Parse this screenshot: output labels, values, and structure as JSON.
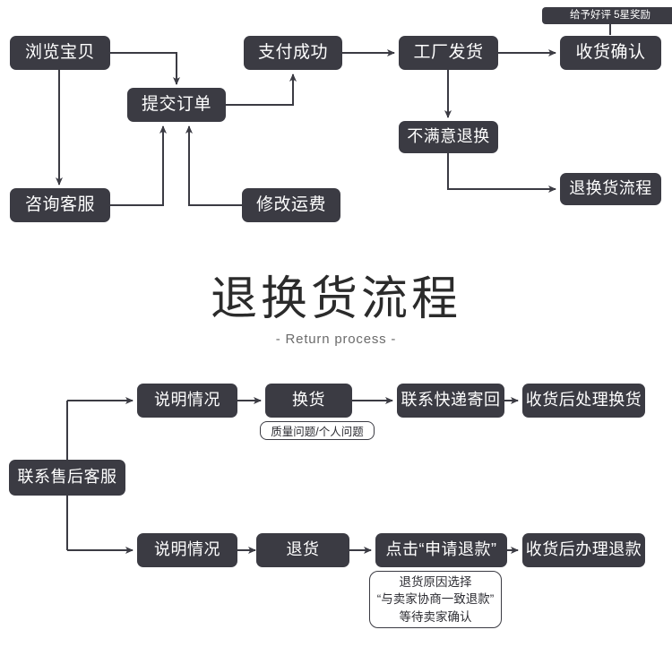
{
  "page": {
    "background": "#ffffff",
    "node_fill": "#3b3b43",
    "node_text": "#ffffff",
    "wire_color": "#3b3b43",
    "callout_border": "#3b3b43"
  },
  "purchase_flow": {
    "nodes": {
      "browse": "浏览宝贝",
      "submit_order": "提交订单",
      "pay_success": "支付成功",
      "factory_ship": "工厂发货",
      "confirm_receipt": "收货确认",
      "consult_service": "咨询客服",
      "modify_freight": "修改运费",
      "unsatisfied_return": "不满意退换",
      "return_process_link": "退换货流程"
    },
    "badges": {
      "good_review_reward": "给予好评 5星奖励"
    }
  },
  "section_header": {
    "title": "退换货流程",
    "subtitle": "- Return process -"
  },
  "return_flow": {
    "entry": "联系售后客服",
    "exchange_row": {
      "steps": [
        "说明情况",
        "换货",
        "联系快递寄回",
        "收货后处理换货"
      ],
      "note": "质量问题/个人问题"
    },
    "refund_row": {
      "steps": [
        "说明情况",
        "退货",
        "点击“申请退款”",
        "收货后办理退款"
      ],
      "note_lines": [
        "退货原因选择",
        "“与卖家协商一致退款”",
        "等待卖家确认"
      ]
    }
  }
}
